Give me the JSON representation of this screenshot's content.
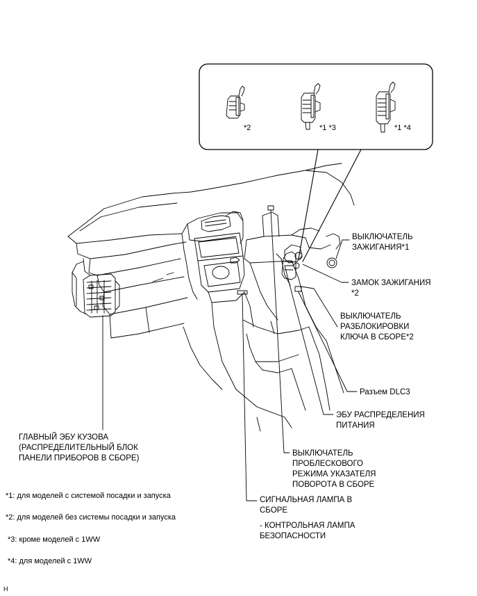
{
  "inset": {
    "markers": [
      "*2",
      "*1 *3",
      "*1 *4"
    ]
  },
  "labels": {
    "ignition_switch": [
      "ВЫКЛЮЧАТЕЛЬ",
      "ЗАЖИГАНИЯ*1"
    ],
    "ignition_lock": [
      "ЗАМОК ЗАЖИГАНИЯ",
      "*2"
    ],
    "key_unlock_switch": [
      "ВЫКЛЮЧАТЕЛЬ",
      "РАЗБЛОКИРОВКИ",
      "КЛЮЧА В СБОРЕ*2"
    ],
    "dlc3": [
      "Разъем DLC3"
    ],
    "power_ecu": [
      "ЭБУ РАСПРЕДЕЛЕНИЯ",
      "ПИТАНИЯ"
    ],
    "hazard_switch": [
      "ВЫКЛЮЧАТЕЛЬ",
      "ПРОБЛЕСКОВОГО",
      "РЕЖИМА УКАЗАТЕЛЯ",
      "ПОВОРОТА В СБОРЕ"
    ],
    "indicator_lamp": [
      "СИГНАЛЬНАЯ ЛАМПА В",
      "СБОРЕ",
      "",
      "- КОНТРОЛЬНАЯ ЛАМПА",
      "БЕЗОПАСНОСТИ"
    ],
    "main_body_ecu": [
      "ГЛАВНЫЙ ЭБУ КУЗОВА",
      "(РАСПРЕДЕЛИТЕЛЬНЫЙ БЛОК",
      "ПАНЕЛИ ПРИБОРОВ В СБОРЕ)"
    ]
  },
  "footnotes": [
    "*1: для моделей с системой посадки и запуска",
    "*2: для моделей без системы посадки и запуска",
    "*3: кроме моделей с 1WW",
    "*4: для моделей с 1WW"
  ],
  "corner_mark": "H"
}
